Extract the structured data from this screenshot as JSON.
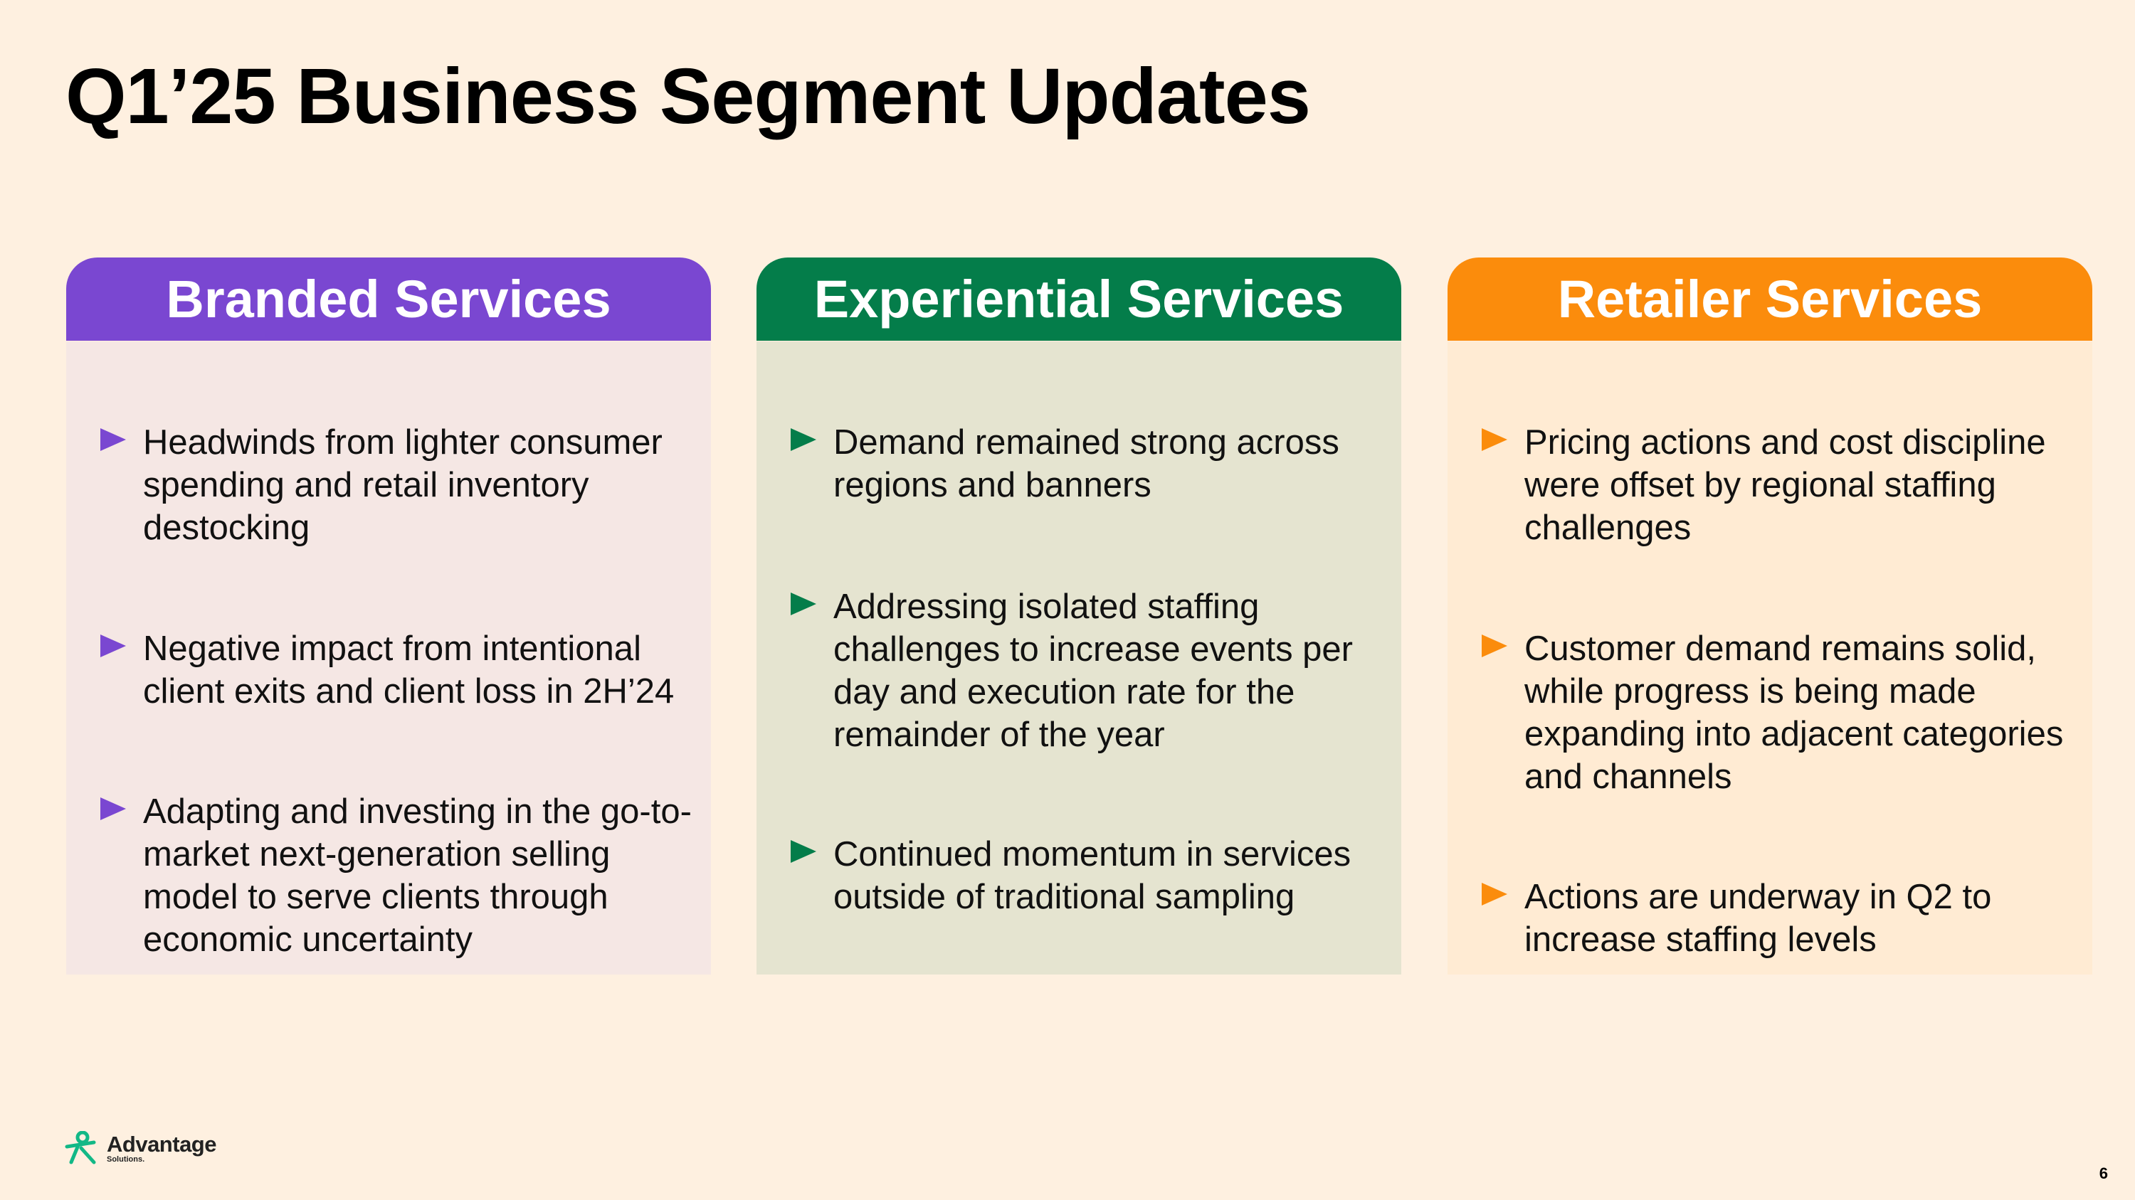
{
  "title": "Q1’25 Business Segment Updates",
  "colors": {
    "background": "#fef0e0",
    "branded": "#7a47d1",
    "experiential": "#047d4a",
    "retailer": "#fb8c0c"
  },
  "segments": [
    {
      "name": "Branded Services",
      "bullets": [
        "Headwinds from lighter consumer spending and retail inventory destocking",
        "Negative impact from intentional client exits and client loss in 2H’24",
        "Adapting and investing in the go-to-market next-generation selling model to serve clients through economic uncertainty"
      ]
    },
    {
      "name": "Experiential Services",
      "bullets": [
        "Demand remained strong across regions and banners",
        "Addressing isolated staffing challenges to increase events per day and execution rate for the remainder of the year",
        "Continued momentum in services outside of traditional sampling"
      ]
    },
    {
      "name": "Retailer Services",
      "bullets": [
        "Pricing actions and cost discipline were offset by regional staffing challenges",
        "Customer demand remains solid, while progress is being made expanding into adjacent categories and channels",
        "Actions are underway in Q2 to increase staffing levels"
      ]
    }
  ],
  "footer": {
    "logo_name": "Advantage",
    "logo_sub": "Solutions.",
    "logo_icon": "advantage-figure-icon",
    "page_number": "6"
  }
}
